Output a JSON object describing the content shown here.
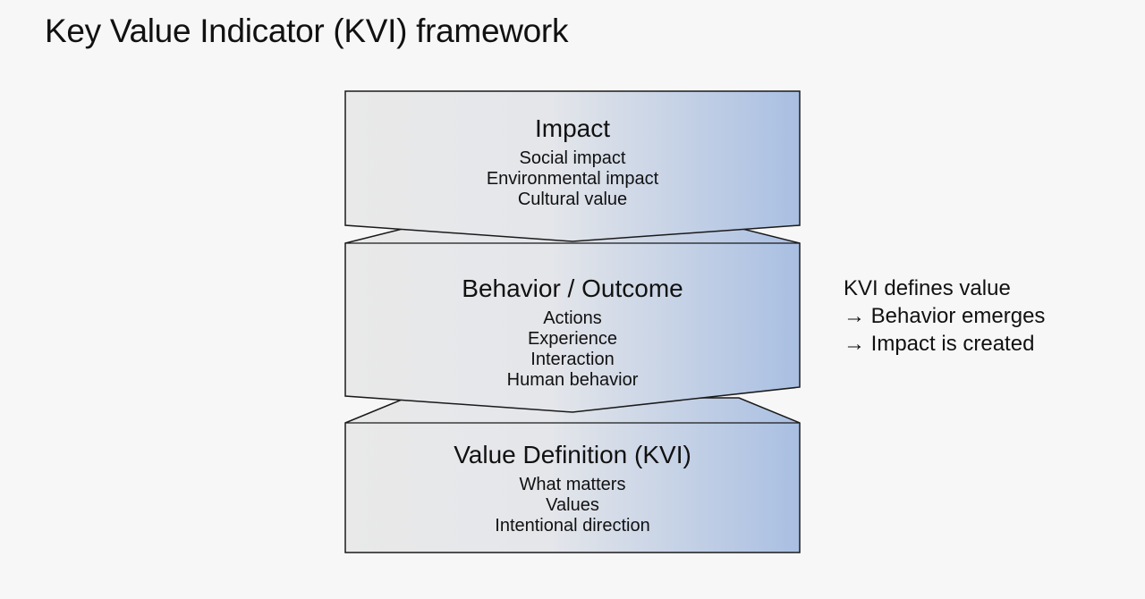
{
  "title": "Key Value Indicator (KVI) framework",
  "colors": {
    "fill_light": "#e9e9e9",
    "fill_blue": "#a9bfe2",
    "stroke": "#1a1a1a"
  },
  "layers": [
    {
      "heading": "Impact",
      "items": [
        "Social impact",
        "Environmental impact",
        "Cultural value"
      ]
    },
    {
      "heading": "Behavior / Outcome",
      "items": [
        "Actions",
        "Experience",
        "Interaction",
        "Human behavior"
      ]
    },
    {
      "heading": "Value Definition (KVI)",
      "items": [
        "What matters",
        "Values",
        "Intentional direction"
      ]
    }
  ],
  "side_note": {
    "lines": [
      "KVI defines value",
      "→ Behavior emerges",
      "→ Impact is created"
    ]
  }
}
